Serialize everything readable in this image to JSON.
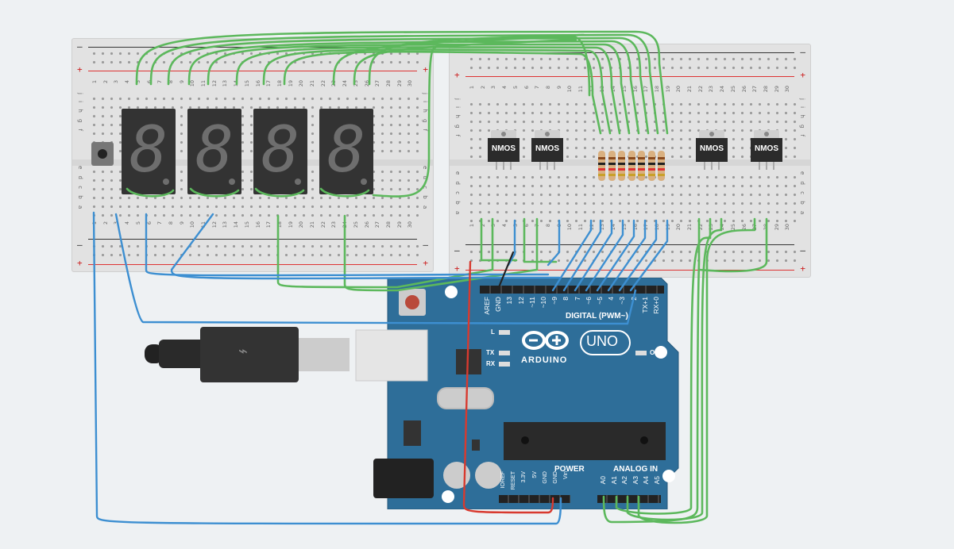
{
  "breadboard": {
    "row_letters_top": "j i h g f",
    "row_letters_bottom": "e d c b a",
    "columns": [
      "1",
      "2",
      "3",
      "4",
      "5",
      "6",
      "7",
      "8",
      "9",
      "10",
      "11",
      "12",
      "13",
      "14",
      "15",
      "16",
      "17",
      "18",
      "19",
      "20",
      "21",
      "22",
      "23",
      "24",
      "25",
      "26",
      "27",
      "28",
      "29",
      "30"
    ],
    "plus": "+",
    "minus": "–"
  },
  "components": {
    "seven_segment_count": 4,
    "nmos_label": "NMOS",
    "nmos_count": 4,
    "resistor_count": 7
  },
  "arduino": {
    "brand": "ARDUINO",
    "model": "UNO",
    "digital_label": "DIGITAL (PWM~)",
    "power_label": "POWER",
    "analog_label": "ANALOG IN",
    "on_label": "ON",
    "led_l": "L",
    "led_tx": "TX",
    "led_rx": "RX",
    "digital_pins": [
      "AREF",
      "GND",
      "13",
      "12",
      "~11",
      "~10",
      "~9",
      "8",
      "7",
      "~6",
      "~5",
      "4",
      "~3",
      "2",
      "TX+1",
      "RX+0"
    ],
    "power_pins": [
      "IOREF",
      "RESET",
      "3.3V",
      "5V",
      "GND",
      "GND",
      "Vin"
    ],
    "analog_pins": [
      "A0",
      "A1",
      "A2",
      "A3",
      "A4",
      "A5"
    ]
  },
  "colors": {
    "wire_green": "#5cb85c",
    "wire_blue": "#3d8fd1",
    "wire_red": "#d83a2f",
    "wire_black": "#222222",
    "arduino_board": "#2e6e99",
    "background": "#eef1f3"
  }
}
